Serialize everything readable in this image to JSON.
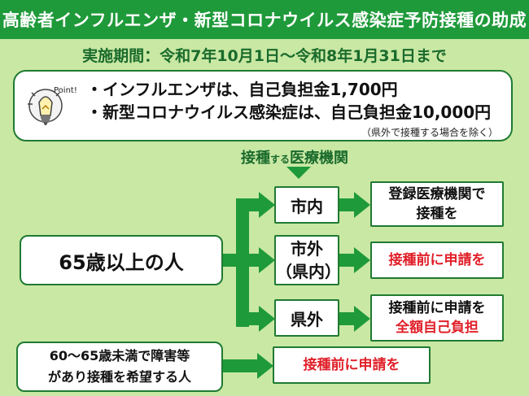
{
  "title": "高齢者インフルエンザ・新型コロナウイルス感染症予防接種の助成",
  "period": "実施期間：令和7年10月1日～令和8年1月31日まで",
  "point": {
    "badge": "Point!",
    "line1": "・インフルエンザは、自己負担金1,700円",
    "line2": "・新型コロナウイルス感染症は、自己負担金10,000円",
    "note": "（県外で接種する場合を除く）"
  },
  "institution_label": {
    "pre": "接種",
    "small": "する",
    "post": "医療機関"
  },
  "groups": {
    "age65": "65歳以上の人",
    "age60_line1": "60～65歳未満で障害等",
    "age60_line2": "があり接種を希望する人"
  },
  "areas": {
    "city_in": "市内",
    "city_out_line1": "市外",
    "city_out_line2": "（県内）",
    "pref_out": "県外"
  },
  "results": {
    "city_in_line1": "登録医療機関で",
    "city_in_line2": "接種を",
    "city_out": "接種前に申請を",
    "pref_out_line1": "接種前に申請を",
    "pref_out_line2": "全額自己負担",
    "age60": "接種前に申請を"
  },
  "colors": {
    "title_bg": "#1f9a3a",
    "background": "#c9e8a4",
    "arrow": "#1f9a3a",
    "emphasis_red": "#e0202a"
  }
}
